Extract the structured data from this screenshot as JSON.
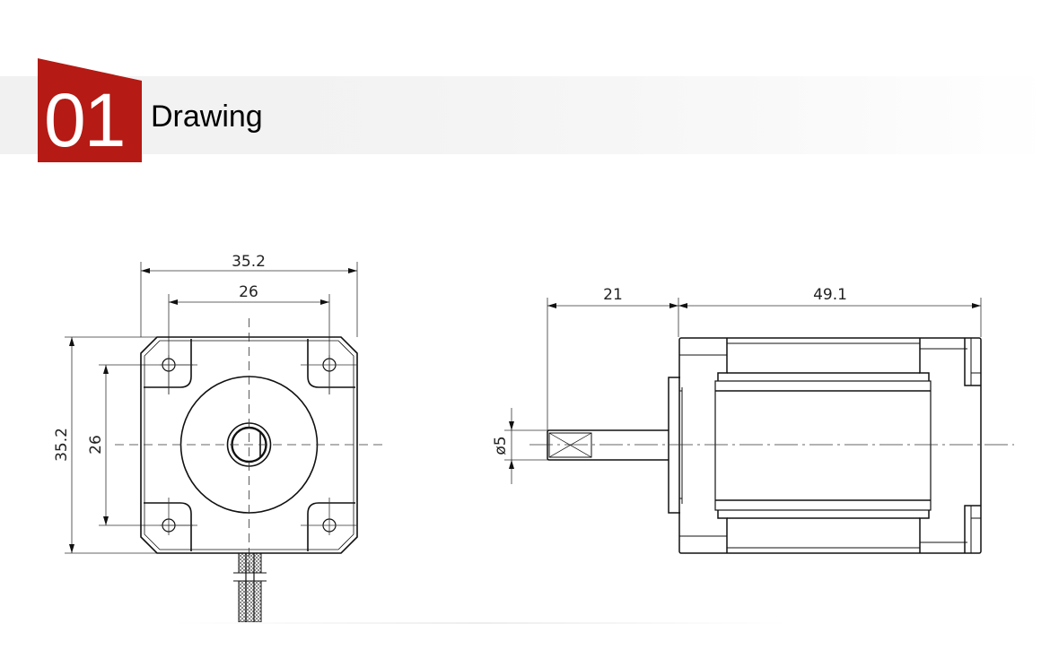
{
  "header": {
    "number": "01",
    "title": "Drawing",
    "accent_color": "#b51a14"
  },
  "front_view": {
    "width_outer": "35.2",
    "width_holes": "26",
    "height_outer": "35.2",
    "height_holes": "26"
  },
  "side_view": {
    "shaft_length": "21",
    "body_length": "49.1",
    "shaft_diameter": "ø5"
  }
}
